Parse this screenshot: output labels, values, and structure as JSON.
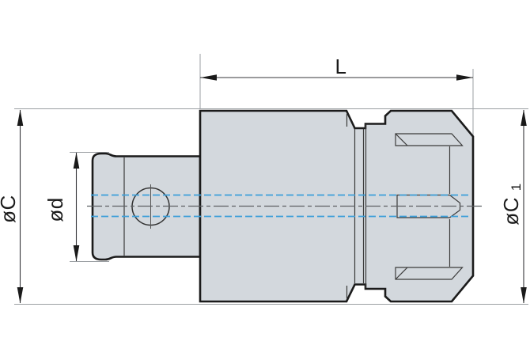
{
  "page": {
    "background": "#ffffff"
  },
  "drawing": {
    "type": "technical-drawing",
    "description": "Collet chuck tool holder, side view with dimension lines",
    "dimensions": {
      "length": {
        "label": "L"
      },
      "body_diameter": {
        "label": "øC"
      },
      "shank_diameter": {
        "label": "ød"
      },
      "nut_diameter": {
        "label": "øC",
        "subscript": "1"
      }
    },
    "colors": {
      "body_fill": "#d3d8dd",
      "outline": "#1b1b1b",
      "thin_line": "#3b3b3b",
      "extension_line": "#9b9fa3",
      "dimension_line": "#37373a",
      "arrow": "#1a1a1a",
      "hidden_bore_blue": "#3d9fd9",
      "center_line": "#5d6063",
      "label_color": "#1a1a1a"
    }
  }
}
